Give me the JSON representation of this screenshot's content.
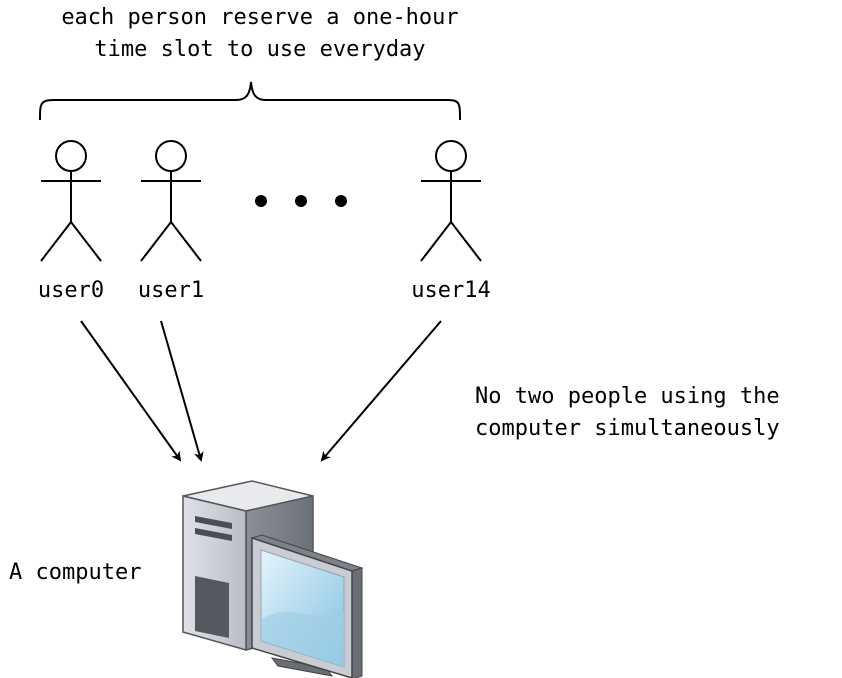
{
  "title": {
    "line1": "each person reserve a one-hour",
    "line2": "time slot to use everyday"
  },
  "users": [
    {
      "label": "user0"
    },
    {
      "label": "user1"
    },
    {
      "label": "user14"
    }
  ],
  "note": {
    "line1": "No two people using the",
    "line2": "computer simultaneously"
  },
  "computer": {
    "label": "A computer"
  },
  "icons": [
    "stick-figure-icon",
    "ellipsis-dots",
    "brace-icon",
    "computer-icon",
    "arrow-icon"
  ]
}
